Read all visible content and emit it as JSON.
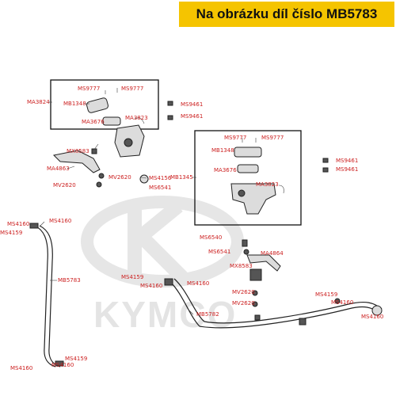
{
  "banner": {
    "text": "Na obrázku díl číslo MB5783"
  },
  "watermark": {
    "text": "KYMCO"
  },
  "labels": {
    "ms9777_a": "MS9777",
    "ms9777_b": "MS9777",
    "ma3824": "MA3824",
    "mb1348_a": "MB1348",
    "ma3676_a": "MA3676",
    "ma3823_a": "MA3823",
    "ms9461_a": "MS9461",
    "ms9461_b": "MS9461",
    "mx8583_a": "MX8583",
    "ma4863": "MA4863",
    "mv2620_a": "MV2620",
    "mv2620_b": "MV2620",
    "ms4156": "MS4156",
    "ms6541_a": "MS6541",
    "ms9777_c": "MS9777",
    "ms9777_d": "MS9777",
    "mb1348_b": "MB1348",
    "mb1345": "MB1345",
    "ma3676_b": "MA3676",
    "ma3823_b": "MA3823",
    "ms9461_c": "MS9461",
    "ms9461_d": "MS9461",
    "ms4160_a": "MS4160",
    "ms4160_b": "MS4160",
    "ms4159_a": "MS4159",
    "mb5783": "MB5783",
    "ms4159_b": "MS4159",
    "ms4160_c": "MS4160",
    "ms4160_d": "MS4160",
    "ms6540": "MS6540",
    "ms6541_b": "MS6541",
    "ma4864": "MA4864",
    "mx8583_b": "MX8583",
    "ms4159_c": "MS4159",
    "ms4160_e": "MS4160",
    "ms4160_f": "MS4160",
    "mv2620_c": "MV2620",
    "mv2620_d": "MV2620",
    "mb5782": "MB5782",
    "ms4159_d": "MS4159",
    "ms4160_g": "MS4160",
    "ms4160_h": "MS4160"
  },
  "colors": {
    "banner_bg": "#f5c400",
    "label": "#cc1f1f",
    "watermark": "#e4e4e4",
    "line": "#222222"
  }
}
